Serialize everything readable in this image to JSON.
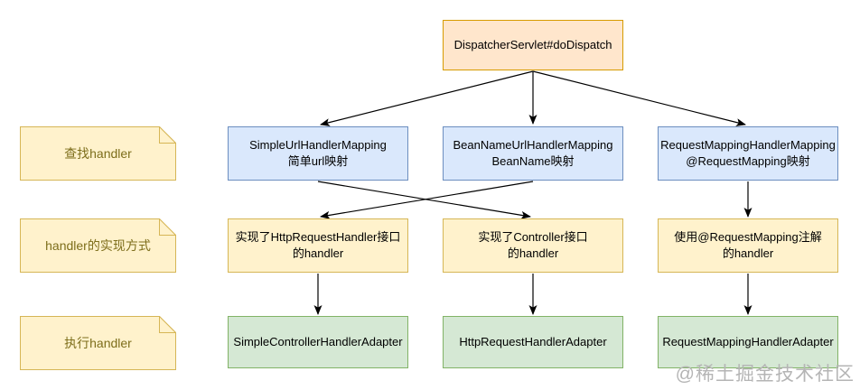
{
  "diagram": {
    "root": {
      "label": "DispatcherServlet#doDispatch"
    },
    "notes": [
      {
        "label": "查找handler"
      },
      {
        "label": "handler的实现方式"
      },
      {
        "label": "执行handler"
      }
    ],
    "mappings": [
      {
        "line1": "SimpleUrlHandlerMapping",
        "line2": "简单url映射"
      },
      {
        "line1": "BeanNameUrlHandlerMapping",
        "line2": "BeanName映射"
      },
      {
        "line1": "RequestMappingHandlerMapping",
        "line2": "@RequestMapping映射"
      }
    ],
    "handlers": [
      {
        "line1": "实现了HttpRequestHandler接口",
        "line2": "的handler"
      },
      {
        "line1": "实现了Controller接口",
        "line2": "的handler"
      },
      {
        "line1": "使用@RequestMapping注解",
        "line2": "的handler"
      }
    ],
    "adapters": [
      {
        "label": "SimpleControllerHandlerAdapter"
      },
      {
        "label": "HttpRequestHandlerAdapter"
      },
      {
        "label": "RequestMappingHandlerAdapter"
      }
    ],
    "watermark": "@稀土掘金技术社区"
  },
  "colors": {
    "root_fill": "#FFE6CC",
    "root_border": "#D79B00",
    "map_fill": "#DAE8FC",
    "map_border": "#6C8EBF",
    "note_fill": "#FFF2CC",
    "note_border": "#D6B656",
    "adapter_fill": "#D5E8D4",
    "adapter_border": "#82B366",
    "note_text": "#7D6E1B",
    "arrow_color": "#000000",
    "watermark_color": "#B5B5B5"
  }
}
